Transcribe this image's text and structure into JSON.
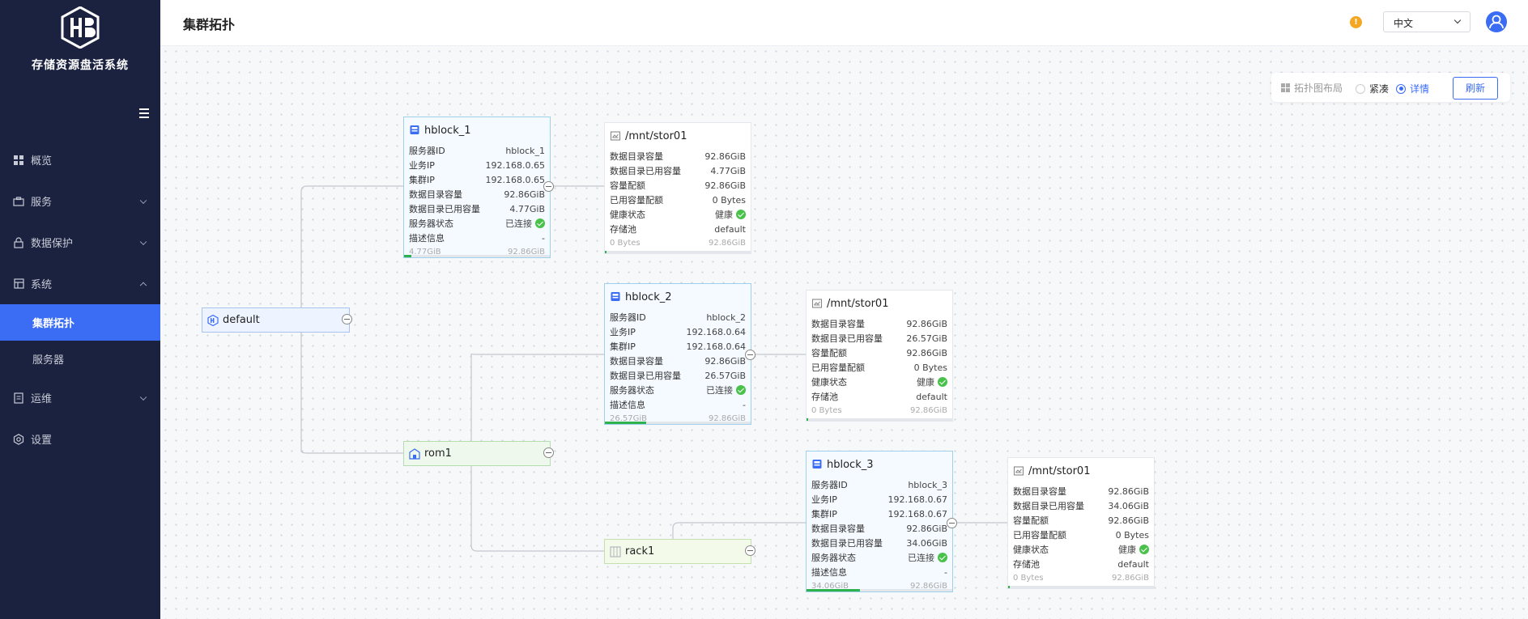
{
  "app": {
    "name": "存储资源盘活系统"
  },
  "menu": {
    "overview": "概览",
    "service": "服务",
    "protection": "数据保护",
    "system": "系统",
    "topology": "集群拓扑",
    "servers": "服务器",
    "ops": "运维",
    "settings": "设置"
  },
  "header": {
    "title": "集群拓扑",
    "warn": "!",
    "lang": "中文"
  },
  "toolbar": {
    "layout_label": "拓扑图布局",
    "compact": "紧凑",
    "detail": "详情",
    "selected": "详情",
    "refresh": "刷新"
  },
  "labels": {
    "server_id": "服务器ID",
    "biz_ip": "业务IP",
    "cluster_ip": "集群IP",
    "dir_cap": "数据目录容量",
    "dir_used": "数据目录已用容量",
    "server_status": "服务器状态",
    "desc": "描述信息",
    "quota": "容量配额",
    "used_quota": "已用容量配额",
    "health": "健康状态",
    "pool": "存储池"
  },
  "nodes": {
    "root": "default",
    "room": "rom1",
    "rack": "rack1",
    "server1": {
      "name": "hblock_1",
      "id": "hblock_1",
      "biz_ip": "192.168.0.65",
      "cluster_ip": "192.168.0.65",
      "dir_cap": "92.86GiB",
      "dir_used": "4.77GiB",
      "status": "已连接",
      "desc": "-",
      "foot_used": "4.77GiB",
      "foot_total": "92.86GiB",
      "usage": 0.051
    },
    "server2": {
      "name": "hblock_2",
      "id": "hblock_2",
      "biz_ip": "192.168.0.64",
      "cluster_ip": "192.168.0.64",
      "dir_cap": "92.86GiB",
      "dir_used": "26.57GiB",
      "status": "已连接",
      "desc": "-",
      "foot_used": "26.57GiB",
      "foot_total": "92.86GiB",
      "usage": 0.286
    },
    "server3": {
      "name": "hblock_3",
      "id": "hblock_3",
      "biz_ip": "192.168.0.67",
      "cluster_ip": "192.168.0.67",
      "dir_cap": "92.86GiB",
      "dir_used": "34.06GiB",
      "status": "已连接",
      "desc": "-",
      "foot_used": "34.06GiB",
      "foot_total": "92.86GiB",
      "usage": 0.367
    },
    "stor1": {
      "name": "/mnt/stor01",
      "dir_cap": "92.86GiB",
      "dir_used": "4.77GiB",
      "quota": "92.86GiB",
      "used_quota": "0 Bytes",
      "health": "健康",
      "pool": "default",
      "foot_used": "0 Bytes",
      "foot_total": "92.86GiB",
      "usage": 0.0
    },
    "stor2": {
      "name": "/mnt/stor01",
      "dir_cap": "92.86GiB",
      "dir_used": "26.57GiB",
      "quota": "92.86GiB",
      "used_quota": "0 Bytes",
      "health": "健康",
      "pool": "default",
      "foot_used": "0 Bytes",
      "foot_total": "92.86GiB",
      "usage": 0.0
    },
    "stor3": {
      "name": "/mnt/stor01",
      "dir_cap": "92.86GiB",
      "dir_used": "34.06GiB",
      "quota": "92.86GiB",
      "used_quota": "0 Bytes",
      "health": "健康",
      "pool": "default",
      "foot_used": "0 Bytes",
      "foot_total": "92.86GiB",
      "usage": 0.0
    }
  },
  "colors": {
    "accent": "#3a6cf4",
    "sidebar": "#1b2240",
    "ok": "#4ac14a",
    "usage_bar": "#2fb14e"
  }
}
